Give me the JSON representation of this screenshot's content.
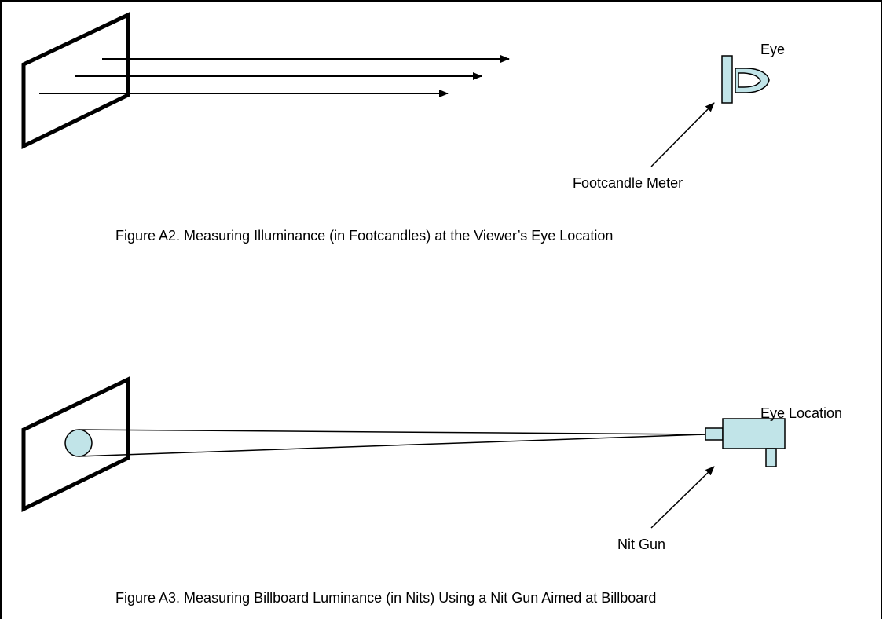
{
  "colors": {
    "background": "#ffffff",
    "stroke": "#000000",
    "instrument_fill": "#c1e4e8"
  },
  "figure_a2": {
    "eye_label": "Eye",
    "meter_label": "Footcandle Meter",
    "caption": "Figure A2. Measuring Illuminance (in Footcandles) at the Viewer’s Eye Location"
  },
  "figure_a3": {
    "eye_location_label": "Eye Location",
    "nit_gun_label": "Nit Gun",
    "caption": "Figure A3. Measuring Billboard Luminance (in Nits) Using a Nit Gun Aimed at Billboard"
  }
}
